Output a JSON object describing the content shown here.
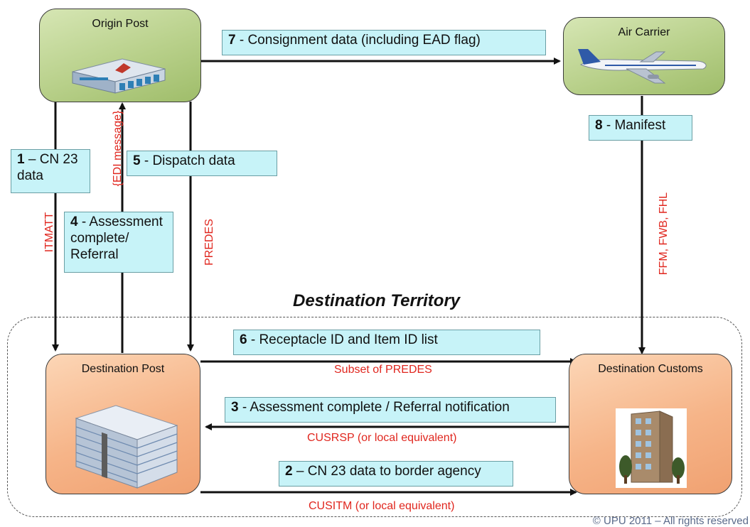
{
  "nodes": {
    "origin_post": "Origin Post",
    "air_carrier": "Air Carrier",
    "destination_post": "Destination Post",
    "destination_customs": "Destination Customs"
  },
  "region_title": "Destination Territory",
  "steps": {
    "s1": {
      "num": "1",
      "text": " – CN 23 data"
    },
    "s2": {
      "num": "2",
      "text": " – CN 23 data to border agency"
    },
    "s3": {
      "num": "3",
      "text": " - Assessment complete / Referral notification"
    },
    "s4": {
      "num": "4",
      "text": " - Assessment complete/ Referral"
    },
    "s5": {
      "num": "5",
      "text": " - Dispatch data"
    },
    "s6": {
      "num": "6",
      "text": " - Receptacle ID and Item ID list"
    },
    "s7": {
      "num": "7",
      "text": " - Consignment data (including EAD flag)"
    },
    "s8": {
      "num": "8",
      "text": " - Manifest"
    }
  },
  "messages": {
    "itmatt": "ITMATT",
    "edi": "{EDI message}",
    "predes": "PREDES",
    "ffm": "FFM, FWB, FHL",
    "subset_predes": "Subset of PREDES",
    "cusrsp": "CUSRSP (or local equivalent)",
    "cusitm": "CUSITM (or local equivalent)"
  },
  "icons": {
    "origin_post": "post-office-building-icon",
    "air_carrier": "airplane-icon",
    "destination_post": "office-building-icon",
    "destination_customs": "customs-building-icon"
  },
  "colors": {
    "green_node": "#b8d08a",
    "orange_node": "#f6b488",
    "label_box": "#c7f3f8",
    "message_text": "#e0261e"
  },
  "copyright": "© UPU 2011 – All rights reserved"
}
